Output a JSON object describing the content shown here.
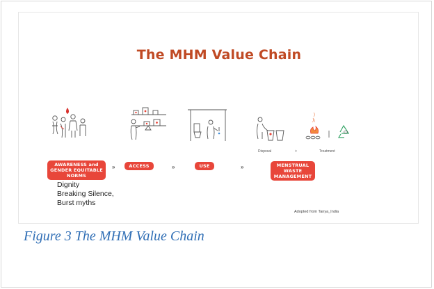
{
  "slide": {
    "title": "The MHM Value Chain",
    "stages": [
      {
        "label": "AWARENESS and GENDER EQUITABLE NORMS"
      },
      {
        "label": "ACCESS"
      },
      {
        "label": "USE"
      },
      {
        "label": "MENSTRUAL WASTE MANAGEMENT"
      }
    ],
    "stage_arrow": "»",
    "sub_labels": {
      "disposal": "Disposal",
      "separator": ">",
      "treatment": "Treatment"
    },
    "notes": [
      "Dignity",
      "Breaking Silence,",
      "Burst myths"
    ],
    "credit": "Adopted from Tanya_India"
  },
  "caption": "Figure 3 The MHM Value Chain",
  "colors": {
    "title": "#c04a24",
    "stage": "#e8463a",
    "caption": "#2f6eb5",
    "recycle": "#3aa66a"
  },
  "icons": [
    "people-group-icon",
    "blood-drop-icon",
    "shelf-store-icon",
    "toilet-room-icon",
    "disposal-bins-icon",
    "fire-treatment-icon",
    "recycle-icon"
  ]
}
